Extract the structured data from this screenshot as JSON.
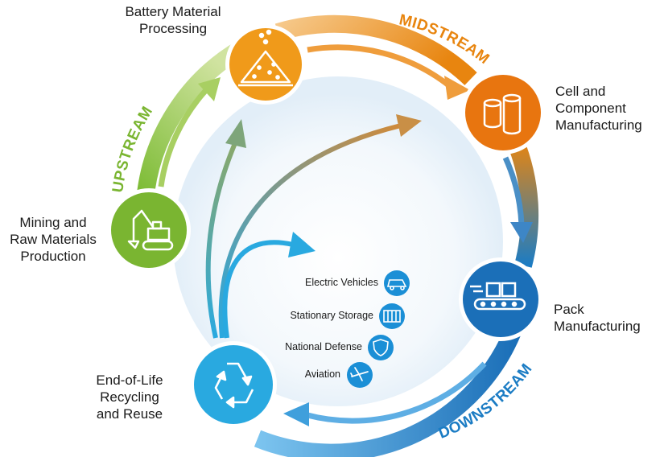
{
  "stages": {
    "upstream": "UPSTREAM",
    "midstream": "MIDSTREAM",
    "downstream": "DOWNSTREAM"
  },
  "nodes": {
    "processing": {
      "line1": "Battery Material",
      "line2": "Processing",
      "icon": "material-pile-icon"
    },
    "cell": {
      "line1": "Cell and",
      "line2": "Component",
      "line3": "Manufacturing",
      "icon": "cells-icon"
    },
    "pack": {
      "line1": "Pack",
      "line2": "Manufacturing",
      "icon": "conveyor-icon"
    },
    "recycling": {
      "line1": "End-of-Life",
      "line2": "Recycling",
      "line3": "and Reuse",
      "icon": "recycle-icon"
    },
    "mining": {
      "line1": "Mining and",
      "line2": "Raw Materials",
      "line3": "Production",
      "icon": "excavator-icon"
    }
  },
  "applications": [
    {
      "label": "Electric Vehicles",
      "icon": "car-icon"
    },
    {
      "label": "Stationary Storage",
      "icon": "container-icon"
    },
    {
      "label": "National Defense",
      "icon": "shield-icon"
    },
    {
      "label": "Aviation",
      "icon": "airplane-icon"
    }
  ],
  "colors": {
    "upstream": "#7ab531",
    "midstream": "#e8850f",
    "downstream": "#1b7cc4",
    "recycle": "#29a9e0"
  }
}
